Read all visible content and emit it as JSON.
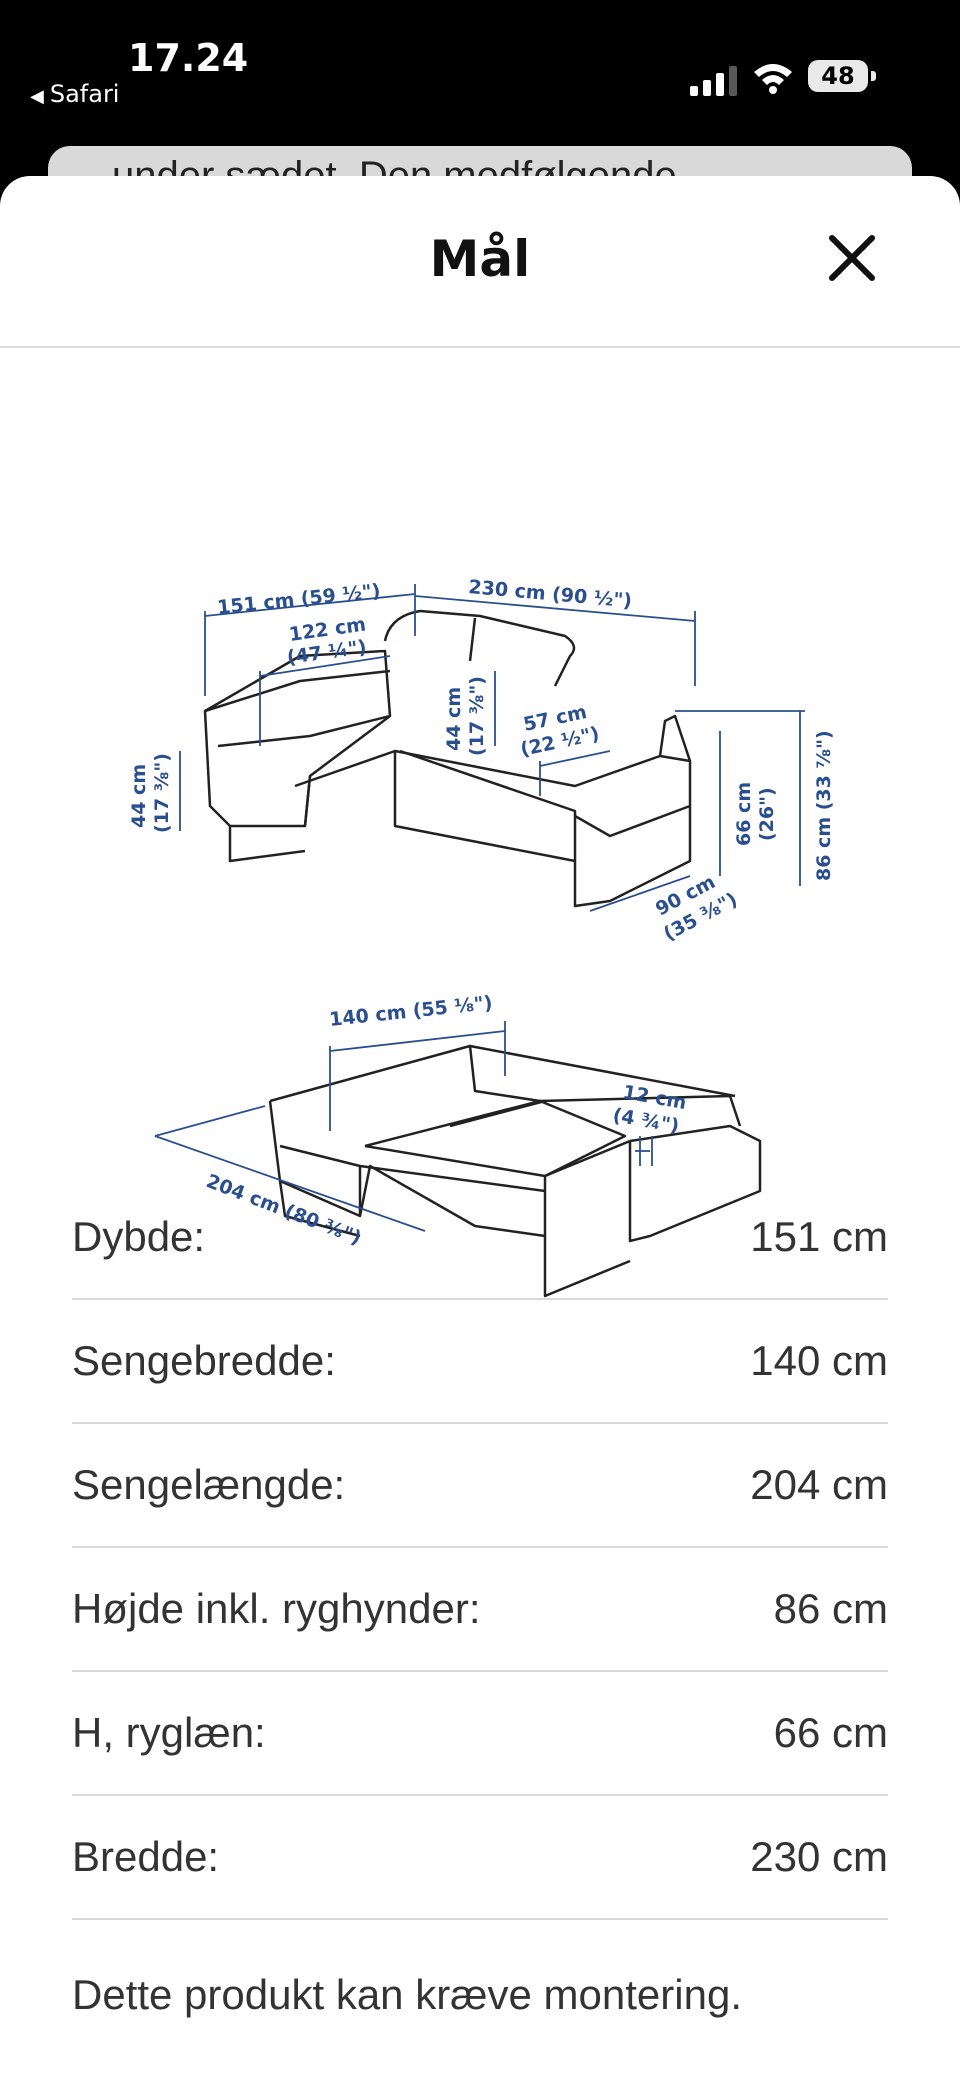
{
  "status_bar": {
    "time": "17.24",
    "back_app": "Safari",
    "battery": "48"
  },
  "behind": {
    "text": "under sædet. Den medfølgende"
  },
  "sheet": {
    "title": "Mål",
    "close_icon": "close-icon"
  },
  "diagram_labels": {
    "depth": "151 cm (59 ½\")",
    "width": "230 cm (90 ½\")",
    "chaise_seat": "122 cm",
    "chaise_seat_in": "(47 ¼\")",
    "seat_height": "44 cm",
    "seat_height_in": "(17 ⅜\")",
    "back_height": "44 cm",
    "back_height_in": "(17 ⅜\")",
    "seat_depth": "57 cm",
    "seat_depth_in": "(22 ½\")",
    "backrest_h": "66 cm",
    "backrest_h_in": "(26\")",
    "total_h": "86 cm (33 ⅞\")",
    "side_depth": "90 cm",
    "side_depth_in": "(35 ⅜\")",
    "bed_width": "140 cm (55 ⅛\")",
    "bed_length": "204 cm (80 ⅜\")",
    "arm": "12 cm",
    "arm_in": "(4 ¾\")"
  },
  "dimensions": [
    {
      "label": "Dybde:",
      "value": "151 cm"
    },
    {
      "label": "Sengebredde:",
      "value": "140 cm"
    },
    {
      "label": "Sengelængde:",
      "value": "204 cm"
    },
    {
      "label": "Højde inkl. ryghynder:",
      "value": "86 cm"
    },
    {
      "label": "H, ryglæn:",
      "value": "66 cm"
    },
    {
      "label": "Bredde:",
      "value": "230 cm"
    }
  ],
  "note": "Dette produkt kan kræve montering.",
  "colors": {
    "dimension_blue": "#2a4f8f",
    "line_dark": "#222222"
  }
}
